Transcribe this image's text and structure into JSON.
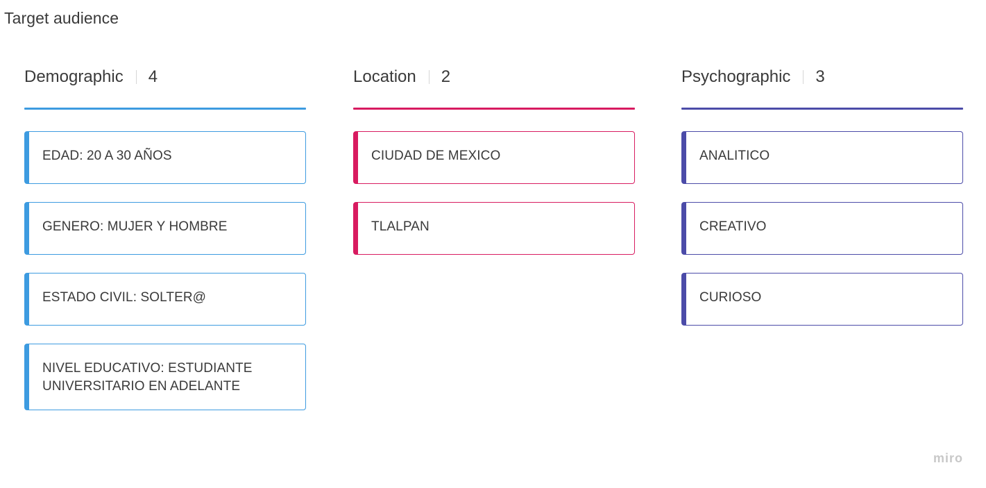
{
  "board": {
    "title": "Target audience"
  },
  "columns": [
    {
      "title": "Demographic",
      "count": "4",
      "color": "#3d9be0",
      "cards": [
        "EDAD: 20 A 30  AÑOS",
        "GENERO: MUJER Y HOMBRE",
        "ESTADO CIVIL: SOLTER@",
        "NIVEL EDUCATIVO: ESTUDIANTE UNIVERSITARIO EN ADELANTE"
      ]
    },
    {
      "title": "Location",
      "count": "2",
      "color": "#d81b60",
      "cards": [
        "CIUDAD DE MEXICO",
        "TLALPAN"
      ]
    },
    {
      "title": "Psychographic",
      "count": "3",
      "color": "#4b4ba8",
      "cards": [
        "ANALITICO",
        "CREATIVO",
        "CURIOSO"
      ]
    }
  ],
  "watermark": "miro"
}
